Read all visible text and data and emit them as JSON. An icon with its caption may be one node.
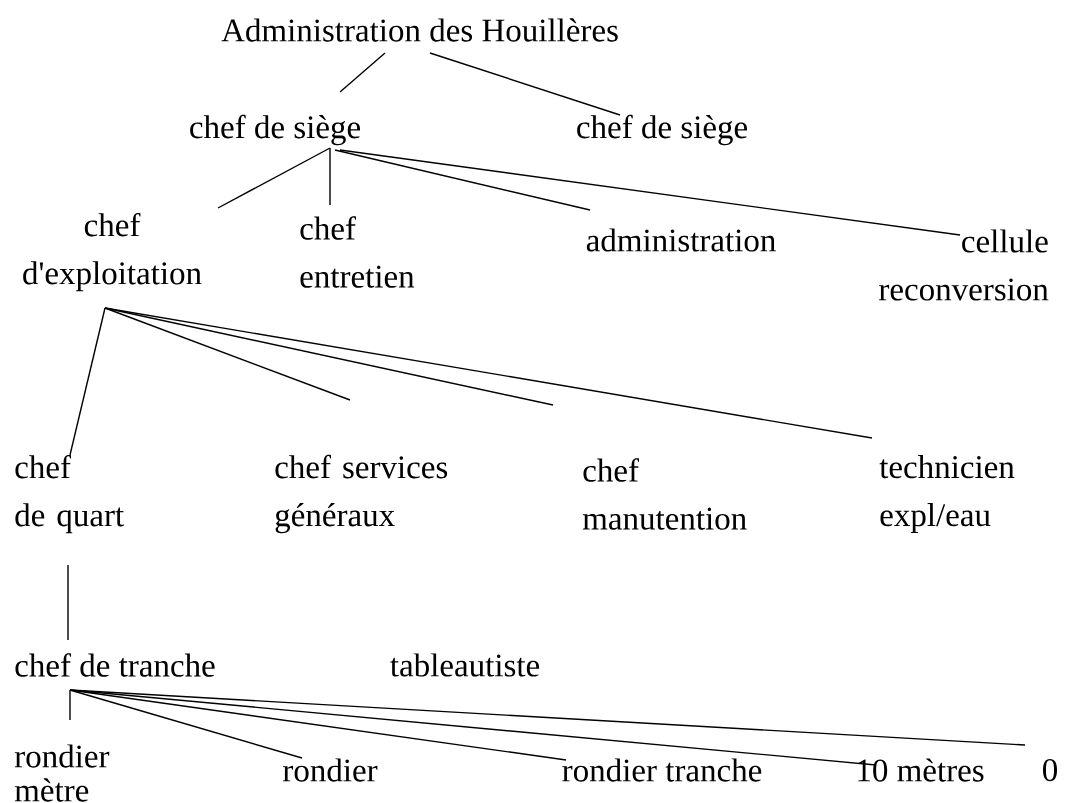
{
  "diagram": {
    "nodes": [
      {
        "text": [
          "Administration des Houillères"
        ]
      },
      {
        "text": [
          "chef de siège"
        ]
      },
      {
        "text": [
          "chef de siège"
        ]
      },
      {
        "text": [
          "chef d'exploitation"
        ]
      },
      {
        "text": [
          "chef entretien"
        ]
      },
      {
        "text": [
          "administration"
        ]
      },
      {
        "text": [
          "cellule reconversion"
        ]
      },
      {
        "text": [
          "chef de quart"
        ]
      },
      {
        "text": [
          "chef services généraux"
        ]
      },
      {
        "text": [
          "chef manutention"
        ]
      },
      {
        "text": [
          "technicien expl/eau"
        ]
      },
      {
        "text": [
          "chef de tranche"
        ]
      },
      {
        "text": [
          "rondier mètre"
        ]
      },
      {
        "text": [
          "rondier"
        ]
      },
      {
        "text": [
          "rondier tranche"
        ]
      },
      {
        "text": [
          "10 mètres"
        ]
      },
      {
        "text": [
          "0"
        ]
      }
    ],
    "edges": [
      {
        "from": 0,
        "to": 1,
        "arrow": "none"
      },
      {
        "from": 0,
        "to": 2,
        "arrow": "none"
      },
      {
        "from": 1,
        "to": 3,
        "arrow": "none"
      },
      {
        "from": 1,
        "to": 4,
        "arrow": "none"
      },
      {
        "from": 1,
        "to": 5,
        "arrow": "none"
      },
      {
        "from": 1,
        "to": 6,
        "arrow": "none"
      },
      {
        "from": 3,
        "to": 7,
        "arrow": "none"
      },
      {
        "from": 3,
        "to": 8,
        "arrow": "none"
      },
      {
        "from": 3,
        "to": 9,
        "arrow": "none"
      },
      {
        "from": 3,
        "to": 10,
        "arrow": "none"
      },
      {
        "from": 7,
        "to": 11,
        "arrow": "none"
      },
      {
        "from": 11,
        "to": 12,
        "arrow": "none"
      },
      {
        "from": 11,
        "to": 13,
        "arrow": "none"
      },
      {
        "from": 11,
        "to": 14,
        "arrow": "none"
      },
      {
        "from": 11,
        "to": 15,
        "arrow": "none"
      },
      {
        "from": 11,
        "to": 16,
        "arrow": "none"
      }
    ],
    "labels": [
      "tableautiste"
    ]
  }
}
